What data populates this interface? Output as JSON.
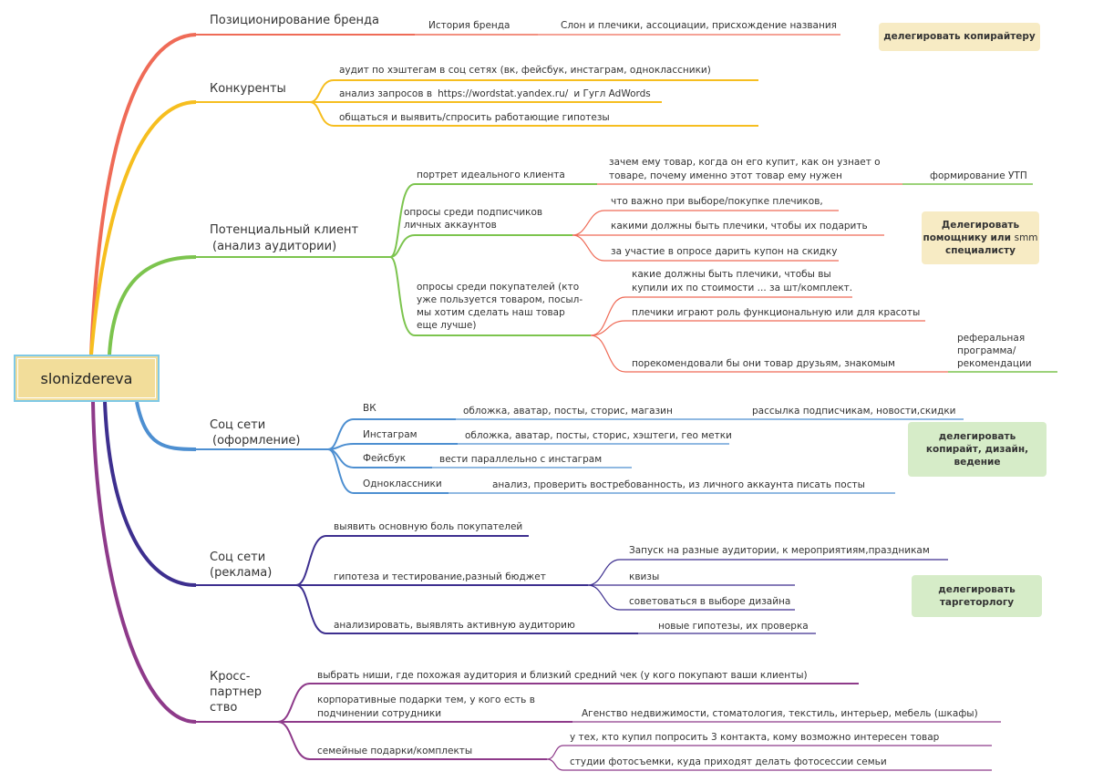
{
  "root": {
    "label": "slonizdereva"
  },
  "colors": {
    "brand": "#ef6b57",
    "competitors": "#f6be1f",
    "client": "#7cc44e",
    "social_design": "#4d8fd1",
    "social_ads": "#3d2f8f",
    "cross": "#8e3a8a"
  },
  "branches": {
    "brand": {
      "label": "Позиционирование бренда",
      "history": "История бренда",
      "history_detail": "Слон и плечики, ассоциации, присхождение названия"
    },
    "competitors": {
      "label": "Конкуренты",
      "audit": "аудит по хэштегам в соц сетях (вк, фейсбук, инстаграм, одноклассники)",
      "queries_prefix": "анализ запросов в",
      "queries_link": "https://wordstat.yandex.ru/",
      "queries_suffix": "и Гугл AdWords",
      "talk": "общаться и выявить/спросить работающие гипотезы"
    },
    "client": {
      "label_line1": "Потенциальный клиент",
      "label_line2": "(анализ аудитории)",
      "portrait": "портрет идеального клиента",
      "portrait_detail_line1": "зачем ему товар, когда он его купит, как он узнает о",
      "portrait_detail_line2": "товаре, почему именно этот товар ему нужен",
      "usp": "формирование УТП",
      "polls_personal_line1": "опросы среди подписчиков",
      "polls_personal_line2": "личных аккаунтов",
      "pp_item1": "что важно при выборе/покупке плечиков,",
      "pp_item2": "какими должны быть плечики, чтобы их подарить",
      "pp_item3": "за участие в опросе дарить купон на скидку",
      "polls_buyers_line1": "опросы среди покупателей (кто",
      "polls_buyers_line2": "уже пользуется товаром, посыл-",
      "polls_buyers_line3": "мы хотим сделать наш товар",
      "polls_buyers_line4": "еще лучше)",
      "pb_item1_line1": "какие должны быть плечики, чтобы вы",
      "pb_item1_line2": "купили их по стоимости ... за шт/комплект.",
      "pb_item2": "плечики играют роль функциональную или для красоты",
      "pb_item3": "порекомендовали бы они товар друзьям, знакомым",
      "referral_line1": "реферальная",
      "referral_line2": "программа/",
      "referral_line3": "рекомендации"
    },
    "social_design": {
      "label_line1": "Соц сети",
      "label_line2": "(оформление)",
      "vk": "ВК",
      "vk_detail": "обложка, аватар, посты, сторис, магазин",
      "vk_mailing": "рассылка подписчикам, новости,скидки",
      "instagram": "Инстаграм",
      "instagram_detail": "обложка, аватар, посты, сторис, хэштеги, гео метки",
      "facebook": "Фейсбук",
      "facebook_detail": "вести параллельно с инстаграм",
      "ok": "Одноклассники",
      "ok_detail": "анализ, проверить востребованность, из личного аккаунта писать посты"
    },
    "social_ads": {
      "label_line1": "Соц сети",
      "label_line2": "(реклама)",
      "pain": "выявить основную боль покупателей",
      "hypothesis": "гипотеза и тестирование,разный бюджет",
      "h_item1": "Запуск на разные аудитории, к мероприятиям,праздникам",
      "h_item2": "квизы",
      "h_item3": "советоваться в выборе дизайна",
      "analyze": "анализировать, выявлять активную аудиторию",
      "analyze_detail": "новые гипотезы, их проверка"
    },
    "cross": {
      "label_line1": "Кросс-",
      "label_line2": "партнер",
      "label_line3": "ство",
      "niches": "выбрать ниши, где похожая аудитория и близкий средний чек (у кого покупают ваши клиенты)",
      "corporate_line1": "корпоративные подарки тем, у кого есть в",
      "corporate_line2": "подчинении сотрудники",
      "corporate_detail": "Агенство недвижимости, стоматология, текстиль, интерьер, мебель (шкафы)",
      "family": "семейные подарки/комплекты",
      "family_item1": "у тех, кто купил попросить 3 контакта, кому возможно интересен товар",
      "family_item2": "студии фотосъемки, куда приходят делать фотосессии семьи"
    }
  },
  "notes": {
    "copywriter": "делегировать копирайтеру",
    "assistant_line1": "Делегировать",
    "assistant_line2a": "помощнику или",
    "assistant_line2b": "smm",
    "assistant_line3": "специалисту",
    "social_line1": "делегировать",
    "social_line2": "копирайт, дизайн,",
    "social_line3": "ведение",
    "targeting_line1": "делегировать",
    "targeting_line2": "таргеторлогу"
  }
}
